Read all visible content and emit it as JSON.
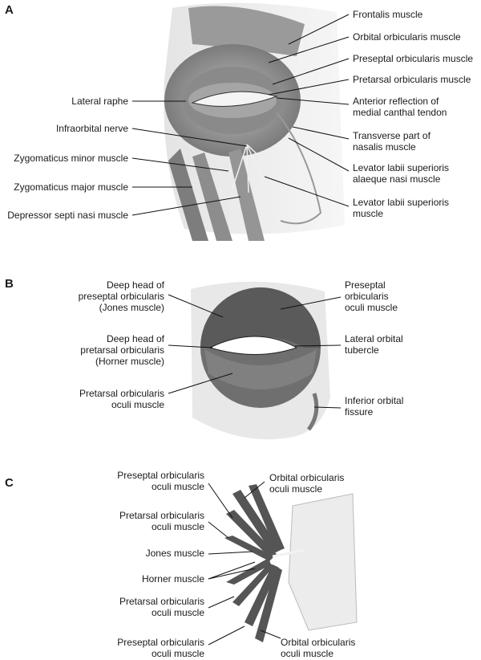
{
  "panel_a": {
    "letter": "A",
    "labels_right": [
      "Frontalis muscle",
      "Orbital orbicularis muscle",
      "Preseptal orbicularis muscle",
      "Pretarsal orbicularis muscle",
      [
        "Anterior reflection of",
        "medial canthal tendon"
      ],
      [
        "Transverse part of",
        "nasalis muscle"
      ],
      [
        "Levator labii superioris",
        "alaeque nasi muscle"
      ],
      [
        "Levator labii superioris",
        "muscle"
      ]
    ],
    "labels_left": [
      "Lateral raphe",
      "Infraorbital nerve",
      "Zygomaticus minor muscle",
      "Zygomaticus major muscle",
      "Depressor septi nasi muscle"
    ]
  },
  "panel_b": {
    "letter": "B",
    "labels_left": [
      [
        "Deep head of",
        "preseptal orbicularis",
        "(Jones muscle)"
      ],
      [
        "Deep head of",
        "pretarsal orbicularis",
        "(Horner muscle)"
      ],
      [
        "Pretarsal orbicularis",
        "oculi muscle"
      ]
    ],
    "labels_right": [
      [
        "Preseptal",
        "orbicularis",
        "oculi muscle"
      ],
      [
        "Lateral orbital",
        "tubercle"
      ],
      [
        "Inferior orbital",
        "fissure"
      ]
    ]
  },
  "panel_c": {
    "letter": "C",
    "labels_left": [
      [
        "Preseptal orbicularis",
        "oculi muscle"
      ],
      [
        "Pretarsal orbicularis",
        "oculi muscle"
      ],
      "Jones muscle",
      "Horner muscle",
      [
        "Pretarsal orbicularis",
        "oculi muscle"
      ],
      [
        "Preseptal orbicularis",
        "oculi muscle"
      ]
    ],
    "labels_right": [
      [
        "Orbital orbicularis",
        "oculi muscle"
      ],
      [
        "Orbital orbicularis",
        "oculi muscle"
      ]
    ]
  }
}
